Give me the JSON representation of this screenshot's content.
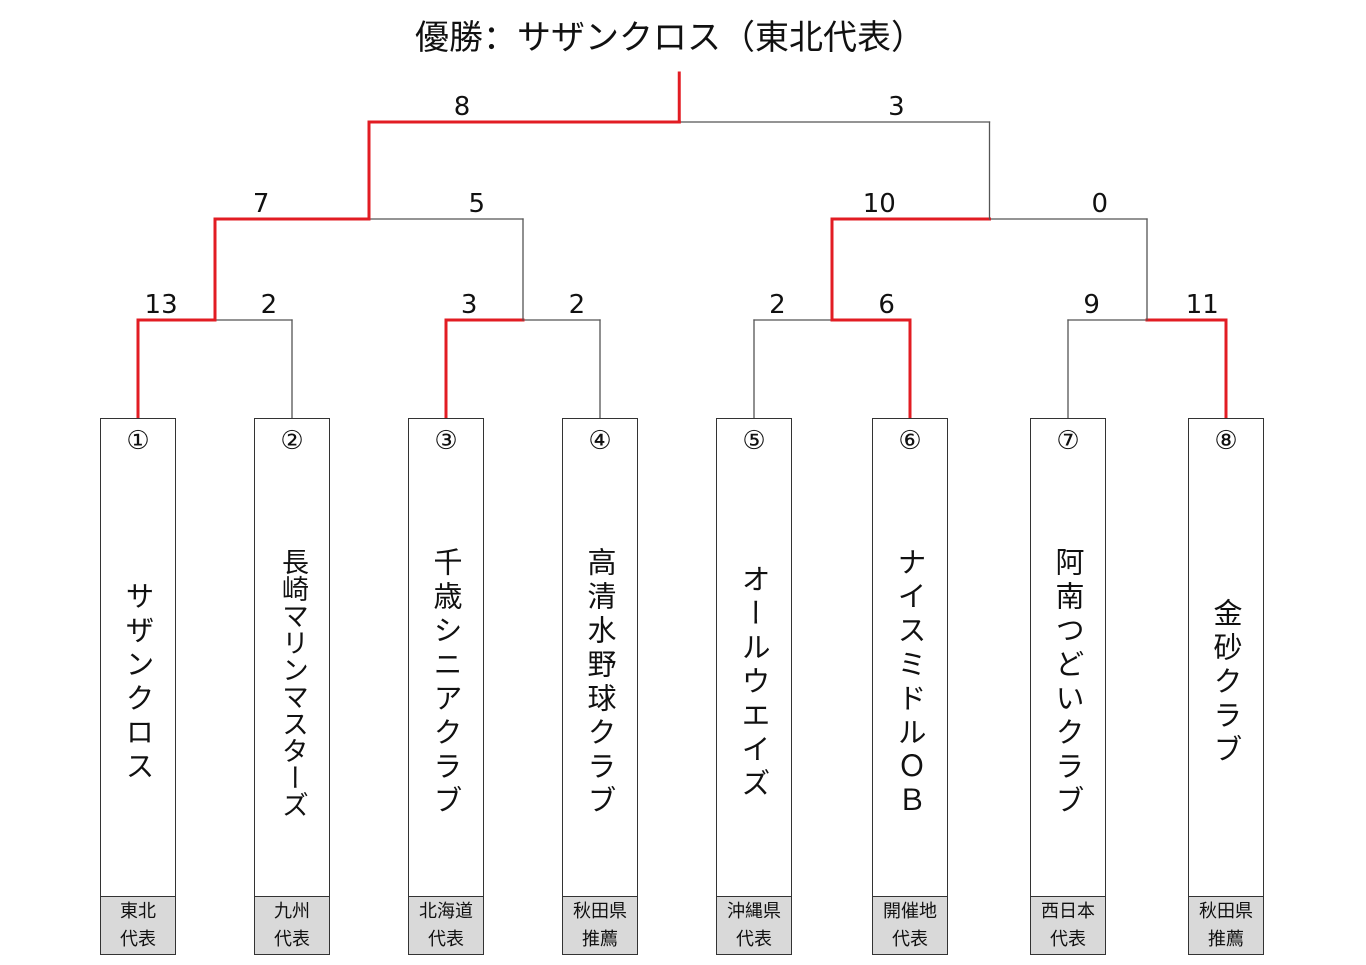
{
  "title": "優勝：サザンクロス（東北代表）",
  "colors": {
    "win": "#e21c23",
    "line": "#555555",
    "region_bg": "#d9d9d9"
  },
  "teams": [
    {
      "num": "①",
      "name": "サザンクロス",
      "region1": "東北",
      "region2": "代表"
    },
    {
      "num": "②",
      "name": "長崎マリンマスターズ",
      "region1": "九州",
      "region2": "代表"
    },
    {
      "num": "③",
      "name": "千歳シニアクラブ",
      "region1": "北海道",
      "region2": "代表"
    },
    {
      "num": "④",
      "name": "高清水野球クラブ",
      "region1": "秋田県",
      "region2": "推薦"
    },
    {
      "num": "⑤",
      "name": "オールウエイズ",
      "region1": "沖縄県",
      "region2": "代表"
    },
    {
      "num": "⑥",
      "name": "ナイスミドルＯＢ",
      "region1": "開催地",
      "region2": "代表"
    },
    {
      "num": "⑦",
      "name": "阿南つどいクラブ",
      "region1": "西日本",
      "region2": "代表"
    },
    {
      "num": "⑧",
      "name": "金砂クラブ",
      "region1": "秋田県",
      "region2": "推薦"
    }
  ],
  "round1": [
    {
      "scores": [
        "13",
        "2"
      ],
      "winner": 0
    },
    {
      "scores": [
        "3",
        "2"
      ],
      "winner": 0
    },
    {
      "scores": [
        "2",
        "6"
      ],
      "winner": 1
    },
    {
      "scores": [
        "9",
        "11"
      ],
      "winner": 1
    }
  ],
  "semis": [
    {
      "scores": [
        "7",
        "5"
      ],
      "winner": 0
    },
    {
      "scores": [
        "10",
        "0"
      ],
      "winner": 0
    }
  ],
  "final": {
    "scores": [
      "8",
      "3"
    ],
    "winner": 0
  }
}
